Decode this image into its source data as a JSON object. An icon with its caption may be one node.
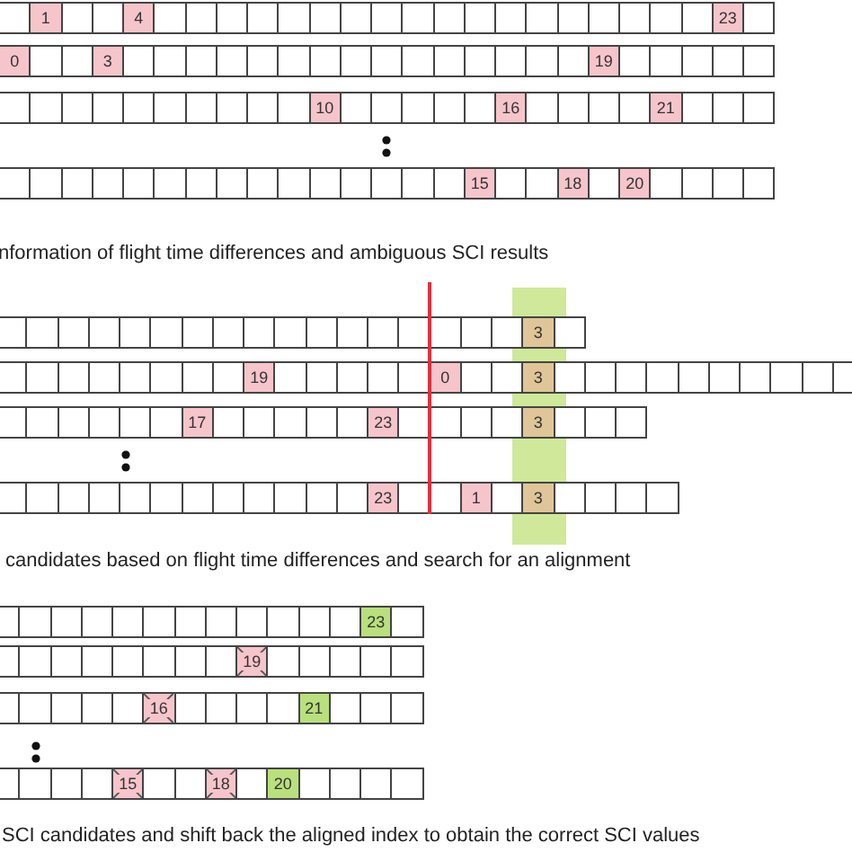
{
  "diagram": {
    "nodes": [
      {
        "text": [
          "1"
        ]
      },
      {
        "text": [
          "4"
        ]
      },
      {
        "text": [
          "23"
        ]
      },
      {
        "text": [
          "0"
        ]
      },
      {
        "text": [
          "3"
        ]
      },
      {
        "text": [
          "19"
        ]
      },
      {
        "text": [
          "10"
        ]
      },
      {
        "text": [
          "16"
        ]
      },
      {
        "text": [
          "21"
        ]
      },
      {
        "text": [
          "15"
        ]
      },
      {
        "text": [
          "18"
        ]
      },
      {
        "text": [
          "20"
        ]
      },
      {
        "text": [
          "3"
        ]
      },
      {
        "text": [
          "19"
        ]
      },
      {
        "text": [
          "0"
        ]
      },
      {
        "text": [
          "3"
        ]
      },
      {
        "text": [
          "17"
        ]
      },
      {
        "text": [
          "23"
        ]
      },
      {
        "text": [
          "3"
        ]
      },
      {
        "text": [
          "23"
        ]
      },
      {
        "text": [
          "1"
        ]
      },
      {
        "text": [
          "3"
        ]
      },
      {
        "text": [
          "23"
        ]
      },
      {
        "text": [
          "19"
        ]
      },
      {
        "text": [
          "16"
        ]
      },
      {
        "text": [
          "21"
        ]
      },
      {
        "text": [
          "15"
        ]
      },
      {
        "text": [
          "18"
        ]
      },
      {
        "text": [
          "20"
        ]
      }
    ],
    "labels": [
      "nformation of flight time differences and ambiguous SCI results",
      "candidates based on flight time differences and search for an alignment",
      "SCI candidates and shift back the aligned index to obtain the correct SCI values"
    ]
  }
}
